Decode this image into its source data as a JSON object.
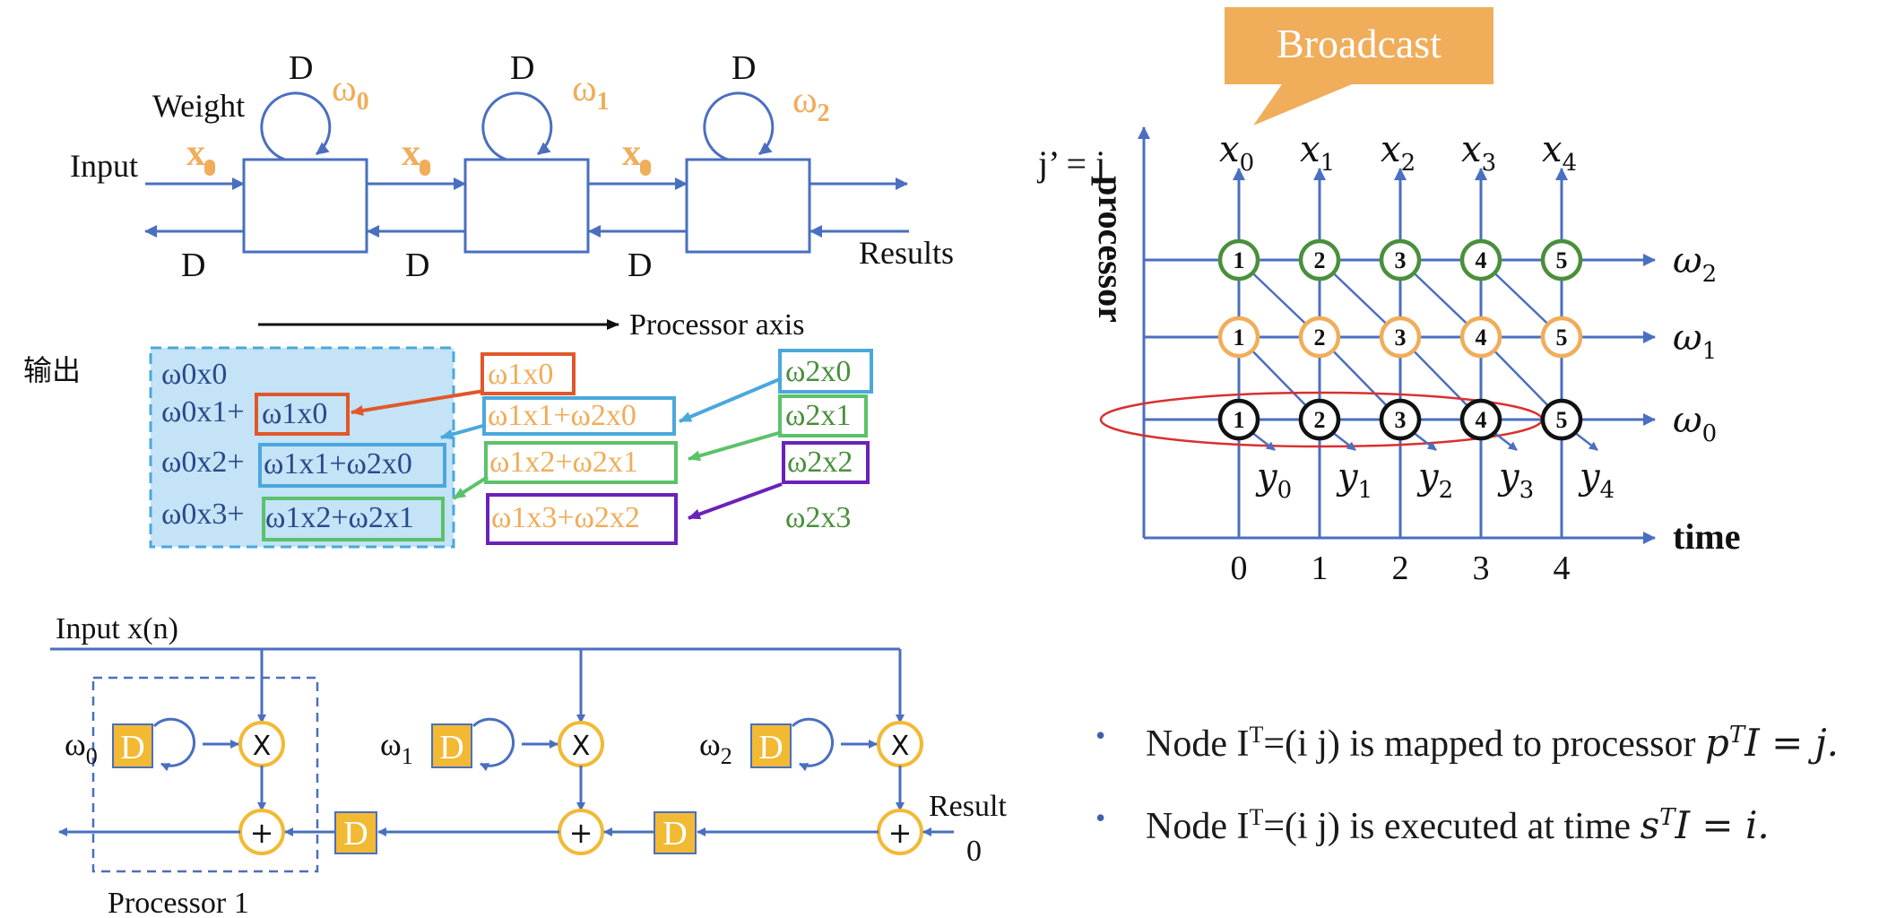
{
  "pipeline": {
    "weight_label": "Weight",
    "input_label": "Input",
    "results_label": "Results",
    "delay_label": "D",
    "x_label": "x",
    "omega": "ω",
    "cells": [
      {
        "w_sub": "0"
      },
      {
        "w_sub": "1"
      },
      {
        "w_sub": "2"
      }
    ]
  },
  "processor_axis_label": "Processor axis",
  "output_label": "输出",
  "terms": {
    "base": [
      "ω0x0",
      "ω0x1+",
      "ω0x2+",
      "ω0x3+"
    ],
    "boxed_in_output": [
      "ω1x0",
      "ω1x1+ω2x0",
      "ω1x2+ω2x1"
    ],
    "middle": [
      "ω1x0",
      "ω1x1+ω2x0",
      "ω1x2+ω2x1",
      "ω1x3+ω2x2"
    ],
    "right": [
      "ω2x0",
      "ω2x1",
      "ω2x2",
      "ω2x3"
    ]
  },
  "chart": {
    "broadcast_label": "Broadcast",
    "jprime_label": "j’ = j",
    "processor_label": "processor",
    "time_label": "time",
    "x_labels": [
      "x",
      "x",
      "x",
      "x",
      "x"
    ],
    "x_subs": [
      "0",
      "1",
      "2",
      "3",
      "4"
    ],
    "y_labels": [
      "y",
      "y",
      "y",
      "y",
      "y"
    ],
    "y_subs": [
      "0",
      "1",
      "2",
      "3",
      "4"
    ],
    "w_rows": [
      {
        "sub": "2"
      },
      {
        "sub": "1"
      },
      {
        "sub": "0"
      }
    ],
    "time_ticks": [
      "0",
      "1",
      "2",
      "3",
      "4"
    ],
    "node_numbers": [
      "1",
      "2",
      "3",
      "4",
      "5"
    ],
    "row_colors": [
      "#4a8f3c",
      "#f0ad5a",
      "#111111"
    ]
  },
  "circuit": {
    "input_label": "Input x(n)",
    "result_label": "Result",
    "result_zero": "0",
    "processor_label": "Processor 1",
    "delay": "D",
    "mult": "X",
    "add": "+",
    "weights": [
      {
        "sub": "0"
      },
      {
        "sub": "1"
      },
      {
        "sub": "2"
      }
    ]
  },
  "bullets": [
    {
      "pre": "Node I",
      "sup": "T",
      "mid": "=(i j) is mapped to processor ",
      "math": "p",
      "math_sup": "T",
      "post": "I = j."
    },
    {
      "pre": "Node I",
      "sup": "T",
      "mid": "=(i j) is executed at time ",
      "math": "s",
      "math_sup": "T",
      "post": "I = i."
    }
  ],
  "colors": {
    "blue": "#4a6fc0",
    "orange": "#f0ad5a",
    "green": "#4a8f3c",
    "red_orange": "#e0582a",
    "light_blue_fill": "#c4e3f7",
    "dashed_blue": "#4aa8dc",
    "purple": "#6a22b8",
    "delay_fill": "#f2b933"
  }
}
